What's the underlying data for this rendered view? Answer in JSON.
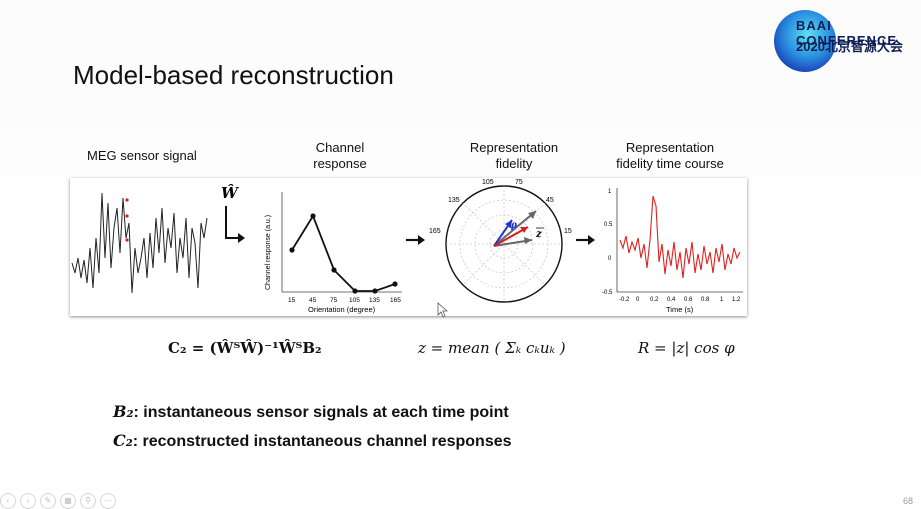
{
  "logo": {
    "top_text": "BAAI CONFERENCE",
    "bottom_text": "2020北京智源大会"
  },
  "slide": {
    "title": "Model-based reconstruction",
    "page_number": "68"
  },
  "headers": {
    "meg": "MEG sensor signal",
    "channel_line1": "Channel",
    "channel_line2": "response",
    "fidelity_line1": "Representation",
    "fidelity_line2": "fidelity",
    "timecourse_line1": "Representation",
    "timecourse_line2": "fidelity time course"
  },
  "panels": {
    "w_symbol": "Ŵ",
    "channel_plot": {
      "ylabel": "Channel response (a.u.)",
      "xlabel": "Orientation (degree)",
      "xticks": [
        "15",
        "45",
        "75",
        "105",
        "135",
        "165"
      ]
    },
    "polar_plot": {
      "angle_labels": [
        "105",
        "75",
        "135",
        "45",
        "165",
        "15"
      ],
      "phi": "φ",
      "z": "z"
    },
    "time_plot": {
      "xlabel": "Time (s)",
      "xticks": [
        "-0.2",
        "0",
        "0.2",
        "0.4",
        "0.6",
        "0.8",
        "1",
        "1.2"
      ],
      "yticks": [
        "1",
        "0.5",
        "0",
        "-0.5"
      ],
      "line_color": "#e02020"
    }
  },
  "equations": {
    "c2": "C₂ = (ŴᵀŴ)⁻¹ŴᵀB₂",
    "z": "z = mean ( Σₖ cₖuₖ )",
    "r": "R = |z| cos φ"
  },
  "definitions": [
    {
      "symbol": "B₂",
      "text": ": instantaneous sensor signals at each time point"
    },
    {
      "symbol": "C₂",
      "text": ": reconstructed instantaneous channel responses"
    }
  ]
}
